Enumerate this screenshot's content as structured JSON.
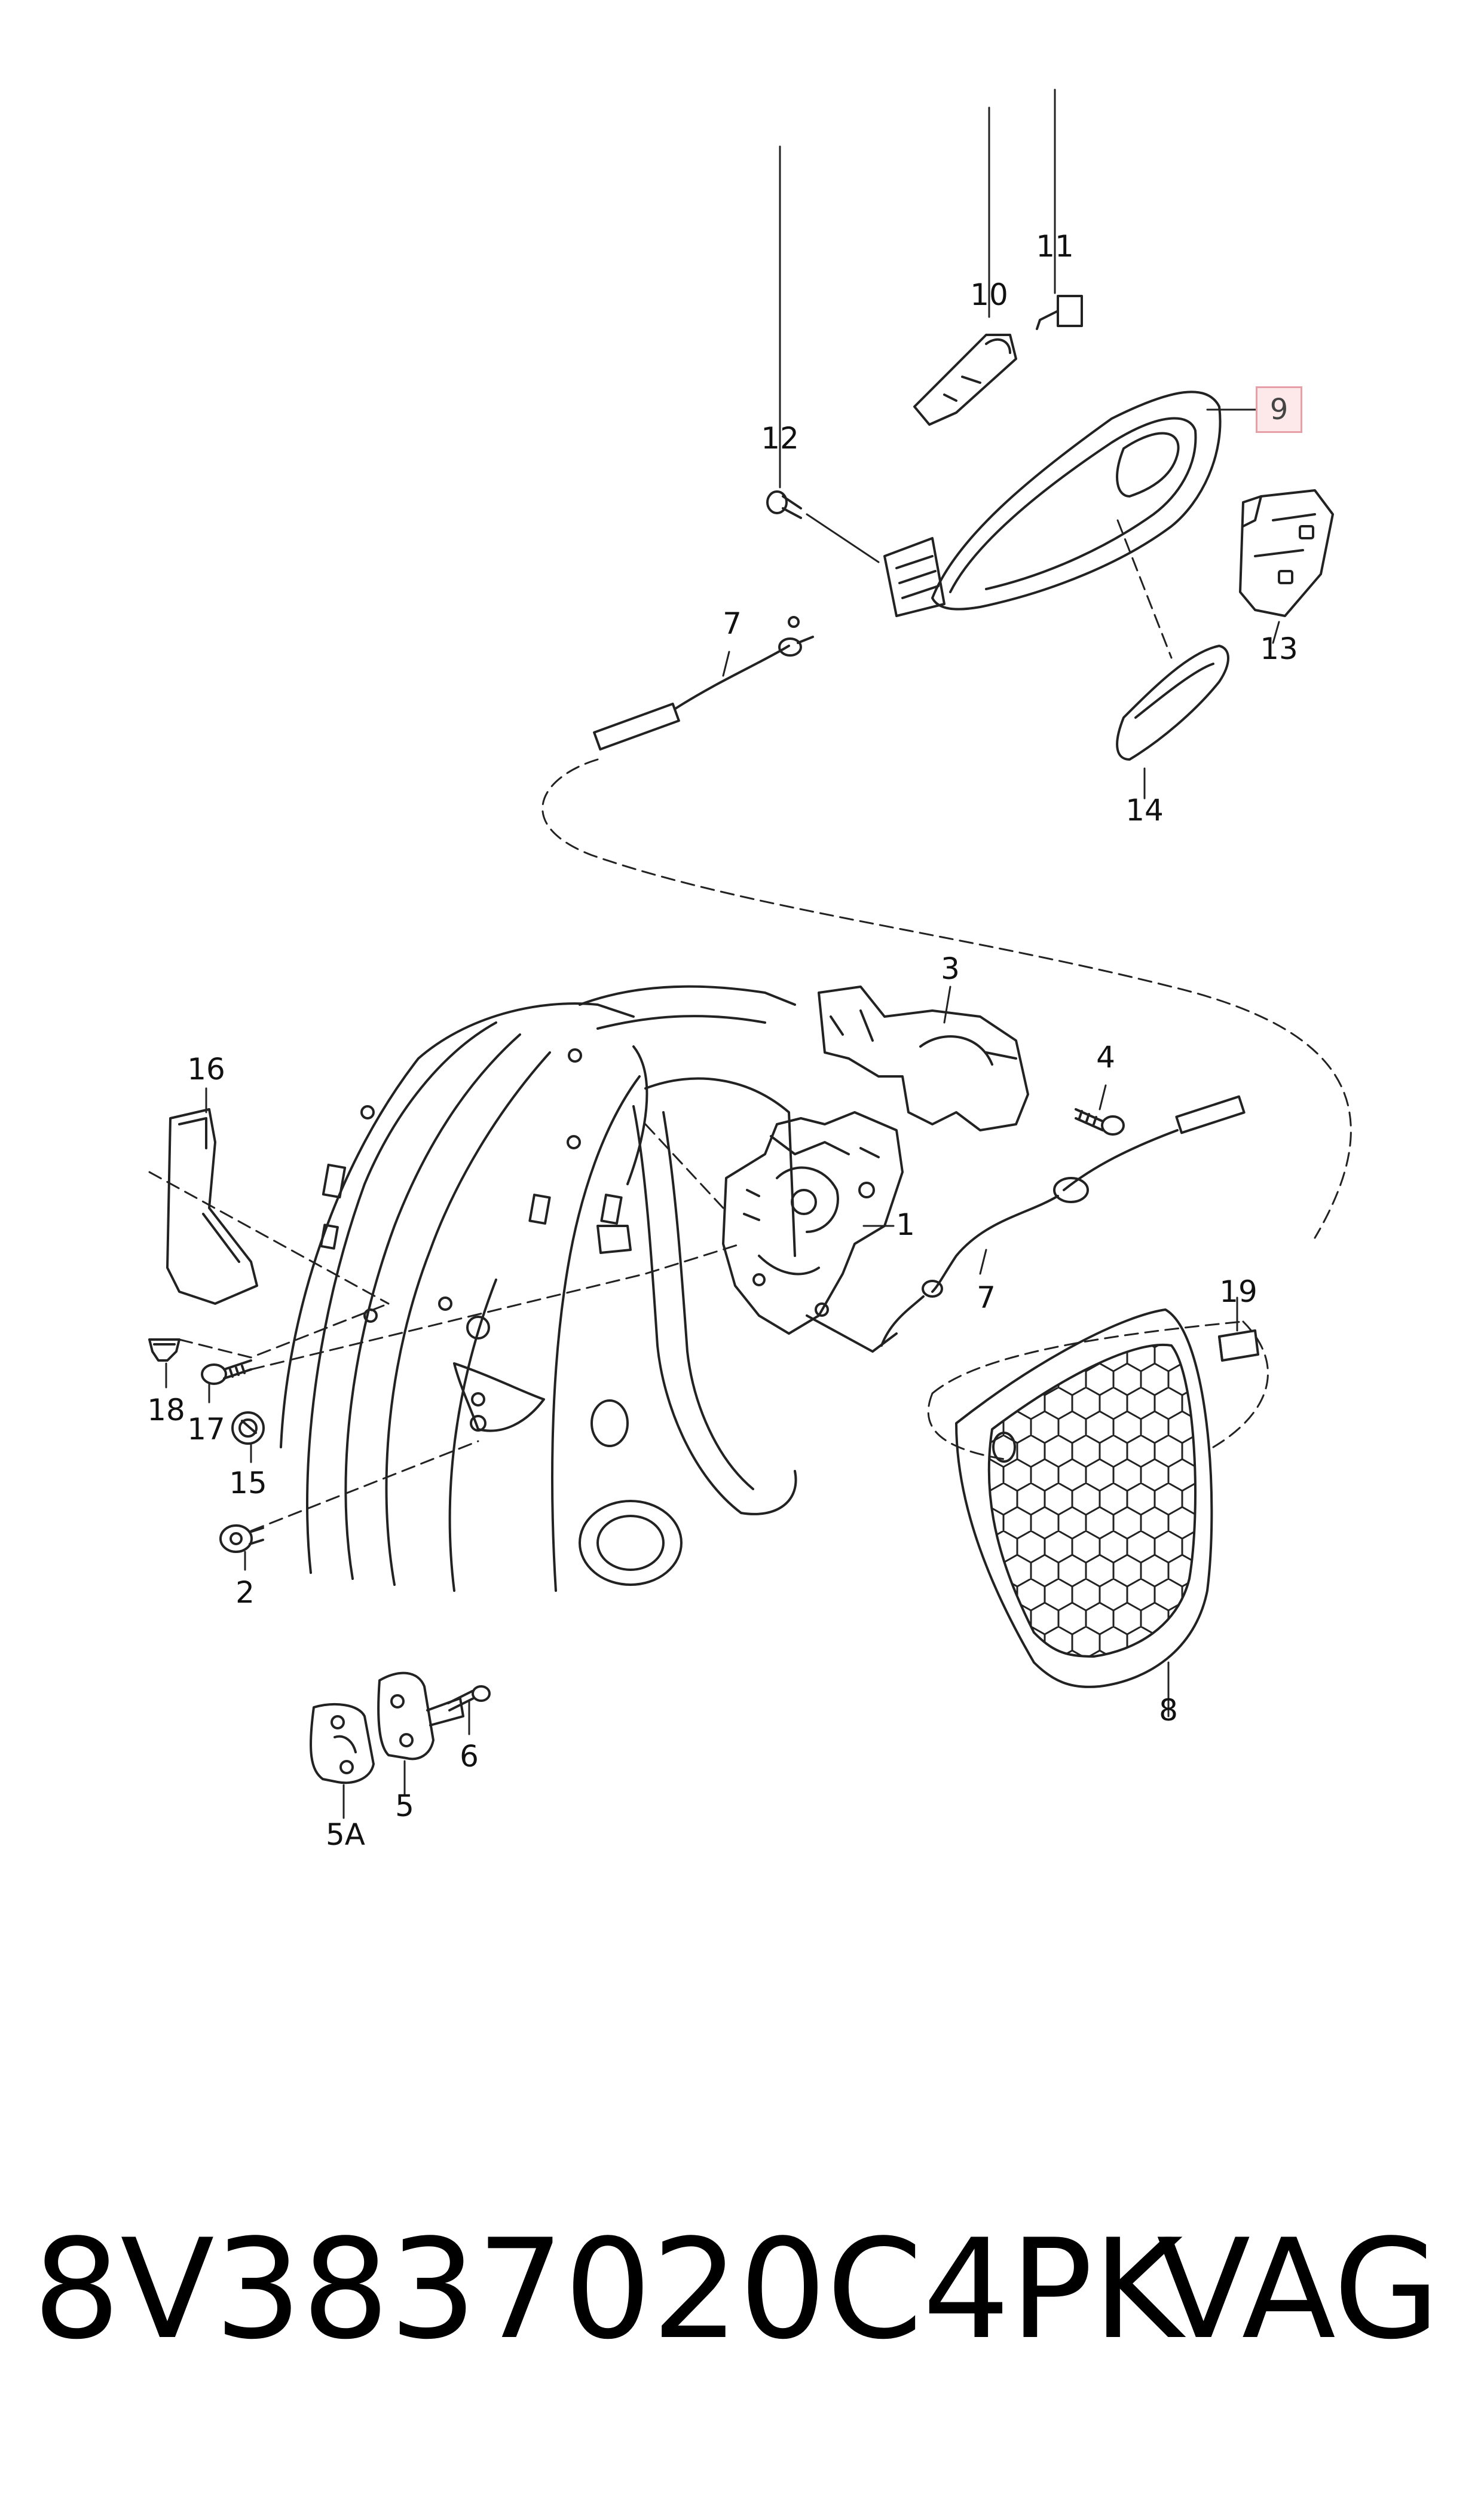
{
  "labels": {
    "c1": "1",
    "c2": "2",
    "c3": "3",
    "c4": "4",
    "c5": "5",
    "c5a": "5A",
    "c6": "6",
    "c7a": "7",
    "c7b": "7",
    "c8": "8",
    "c9": "9",
    "c10": "10",
    "c11": "11",
    "c12": "12",
    "c13": "13",
    "c14": "14",
    "c15": "15",
    "c16": "16",
    "c17": "17",
    "c18": "18",
    "c19": "19"
  },
  "footer": {
    "part_number": "8V3837020C4PK",
    "brand": "VAG"
  },
  "colors": {
    "line": "#222222",
    "highlight_border": "#e8a0a8",
    "highlight_fill": "#fde8ea"
  }
}
